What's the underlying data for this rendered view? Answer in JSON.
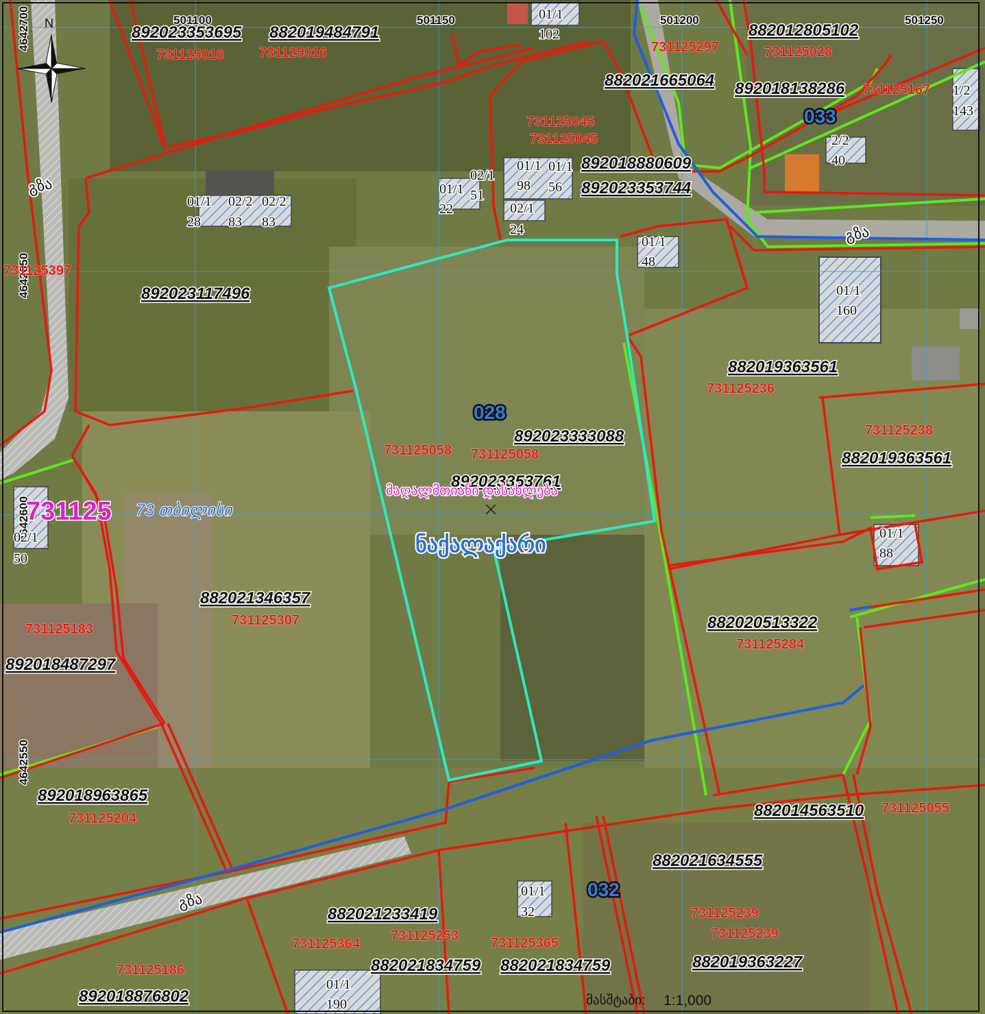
{
  "map": {
    "scale_label": "მასშტაბი:",
    "scale_value": "1:1,000",
    "north_label": "N",
    "zone_code": "731125",
    "zone_name": "73 თბილისი",
    "locality": "ნაქალაქარი",
    "locality_partial": "მაღალმთიანი დასახლება"
  },
  "grid": {
    "x_labels": [
      "501100",
      "501150",
      "501200",
      "501250"
    ],
    "y_labels": [
      "4642700",
      "4642650",
      "4642600",
      "4642550"
    ]
  },
  "blocks": [
    "028",
    "033",
    "032"
  ],
  "roads": [
    "გზა",
    "გზა",
    "გზა"
  ],
  "parcel_codes": [
    "892023353695",
    "882019484791",
    "882012805102",
    "882021665064",
    "892018138286",
    "892018880609",
    "892023353744",
    "892023117496",
    "882019363561",
    "892023333088",
    "882019363561",
    "892023353761",
    "882021346357",
    "882020513322",
    "892018487297",
    "892018963865",
    "882014563510",
    "882021634555",
    "882021233419",
    "882021834759",
    "882021834759",
    "882019363227",
    "892018876802"
  ],
  "cadastral_codes": [
    "731125016",
    "731125016",
    "731125297",
    "731125028",
    "731125167",
    "731125045",
    "731125045",
    "731125397",
    "731125236",
    "731125238",
    "731125058",
    "731125058",
    "731125183",
    "731125307",
    "731125284",
    "731125204",
    "731125055",
    "731125239",
    "731125239",
    "731125364",
    "731125253",
    "731125365",
    "731125186"
  ],
  "buildings": [
    {
      "top": "01/1",
      "bottom": "102"
    },
    {
      "top": "1/2",
      "bottom": "143"
    },
    {
      "top": "2/2",
      "bottom": "40"
    },
    {
      "top": "01/1",
      "bottom": "28"
    },
    {
      "top": "02/2",
      "bottom": "83"
    },
    {
      "top": "02/2",
      "bottom": "83"
    },
    {
      "top": "01/1",
      "bottom": "22"
    },
    {
      "top": "02/1",
      "bottom": "51"
    },
    {
      "top": "01/1",
      "bottom": "98"
    },
    {
      "top": "01/1",
      "bottom": "56"
    },
    {
      "top": "02/1",
      "bottom": "24"
    },
    {
      "top": "01/1",
      "bottom": "48"
    },
    {
      "top": "01/1",
      "bottom": "160"
    },
    {
      "top": "02/1",
      "bottom": "50"
    },
    {
      "top": "01/1",
      "bottom": "88"
    },
    {
      "top": "01/1",
      "bottom": "32"
    },
    {
      "top": "01/1",
      "bottom": "190"
    }
  ],
  "colors": {
    "parcel_boundary": "#e8190f",
    "cadastre_boundary": "#5ee81c",
    "subject_parcel": "#2ee8c0",
    "road_centerline": "#1f5fe0",
    "grid": "#3aa0d8",
    "cad_text": "#e8190f",
    "zone_code": "#e020c8",
    "zone_name": "#2a6fd6"
  }
}
